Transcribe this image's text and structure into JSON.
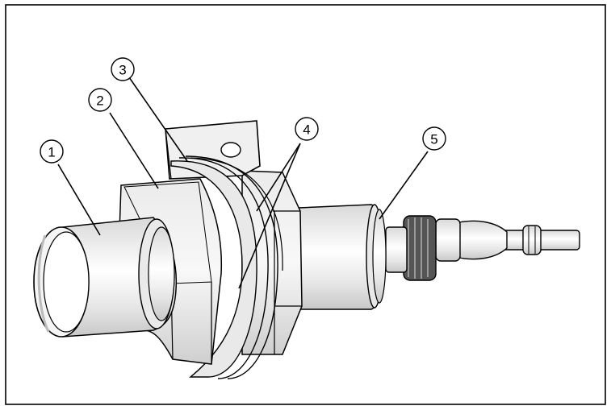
{
  "figure": {
    "callouts": [
      {
        "label": "1",
        "target": "sensor-face"
      },
      {
        "label": "2",
        "target": "hex-lock-nut"
      },
      {
        "label": "3",
        "target": "mounting-bracket"
      },
      {
        "label": "4",
        "target": "washers"
      },
      {
        "label": "5",
        "target": "cable-connection"
      }
    ]
  }
}
